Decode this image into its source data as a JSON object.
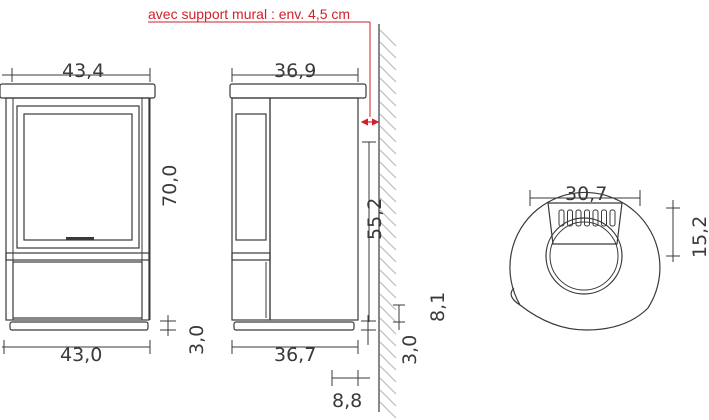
{
  "note": "avec support mural : env. 4,5 cm",
  "front": {
    "width_top": "43,4",
    "height": "70,0",
    "width_bottom": "43,0",
    "base": "3,0"
  },
  "side": {
    "depth_top": "36,9",
    "wall_height": "55,2",
    "depth_bottom": "36,7",
    "base": "3,0",
    "wall_gap": "8,1",
    "offset": "8,8"
  },
  "top_view": {
    "flue_width": "30,7",
    "flue_offset": "15,2"
  },
  "colors": {
    "annotation": "#d21f2a",
    "lines": "#3a3a3a",
    "hatch": "#b5b5b5"
  }
}
